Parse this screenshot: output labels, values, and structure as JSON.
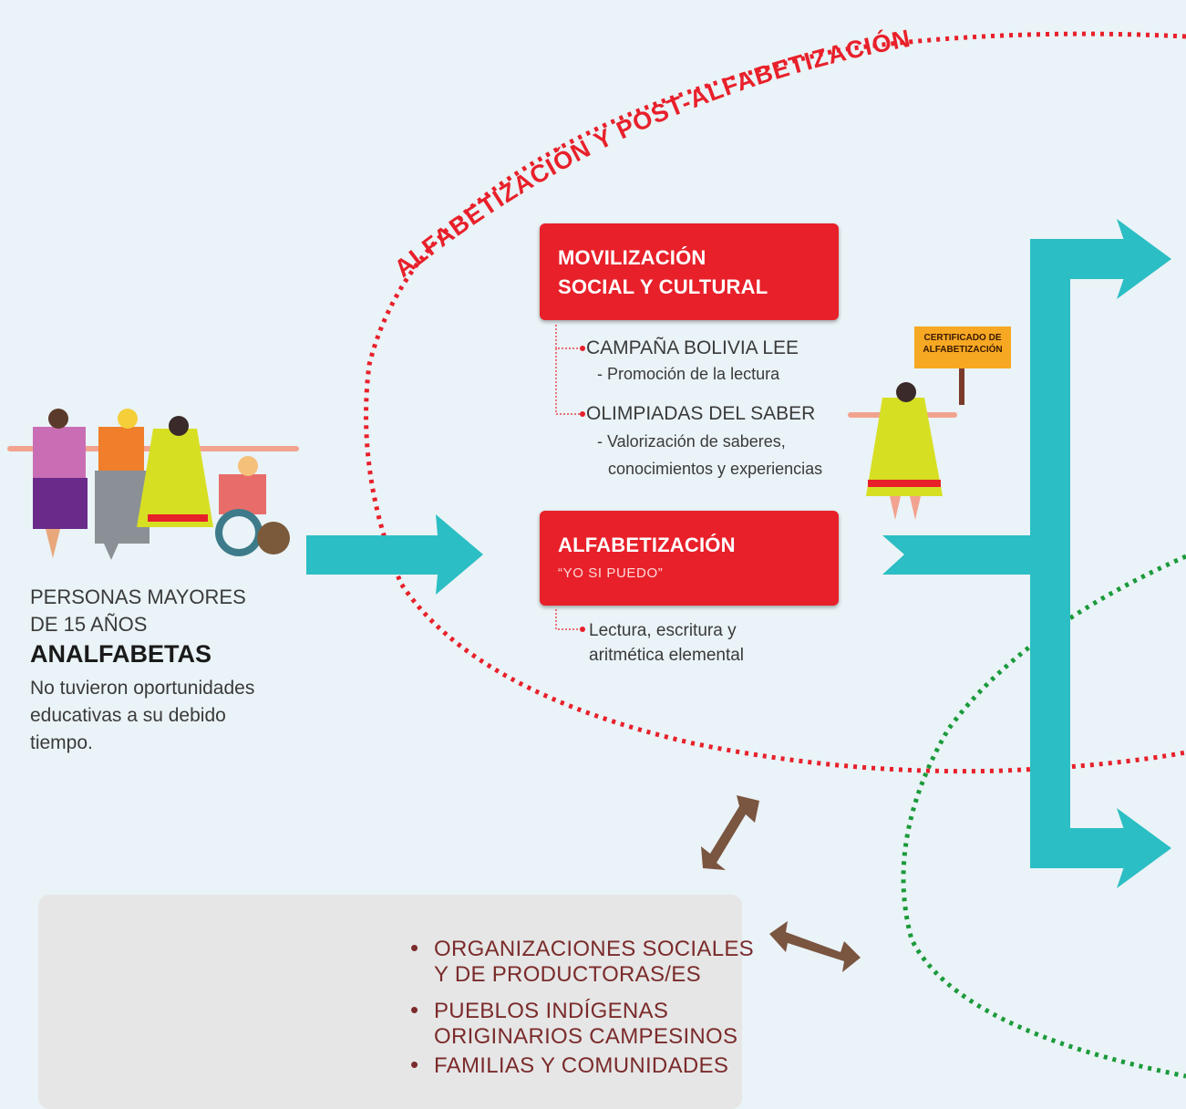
{
  "outer_label": "ALFABETIZACIÓN Y POST-ALFABETIZACIÓN",
  "left": {
    "line1": "PERSONAS MAYORES",
    "line2": "DE 15 AÑOS",
    "heading": "ANALFABETAS",
    "desc1": "No tuvieron oportunidades",
    "desc2": "educativas a su debido",
    "desc3": "tiempo."
  },
  "box1": {
    "title1": "MOVILIZACIÓN",
    "title2": "SOCIAL Y CULTURAL",
    "item1": "CAMPAÑA BOLIVIA LEE",
    "item1_sub": "- Promoción de la lectura",
    "item2": "OLIMPIADAS DEL SABER",
    "item2_sub1": "- Valorización de saberes,",
    "item2_sub2": "conocimientos y experiencias"
  },
  "box2": {
    "title": "ALFABETIZACIÓN",
    "subtitle": "“YO SI PUEDO”",
    "item1": "Lectura, escritura y",
    "item2": "aritmética elemental"
  },
  "sign": {
    "line1": "CERTIFICADO DE",
    "line2": "ALFABETIZACIÓN"
  },
  "bottom": {
    "b1a": "ORGANIZACIONES SOCIALES",
    "b1b": "Y DE PRODUCTORAS/ES",
    "b2a": "PUEBLOS INDÍGENAS",
    "b2b": "ORIGINARIOS CAMPESINOS",
    "b3": "FAMILIAS Y COMUNIDADES"
  },
  "colors": {
    "background": "#eaf3f7",
    "red": "#e8202a",
    "teal": "#2bbec4",
    "brown": "#7a5540",
    "green_dotted": "#1a9a3a",
    "bullet_text": "#7b2b2b"
  }
}
